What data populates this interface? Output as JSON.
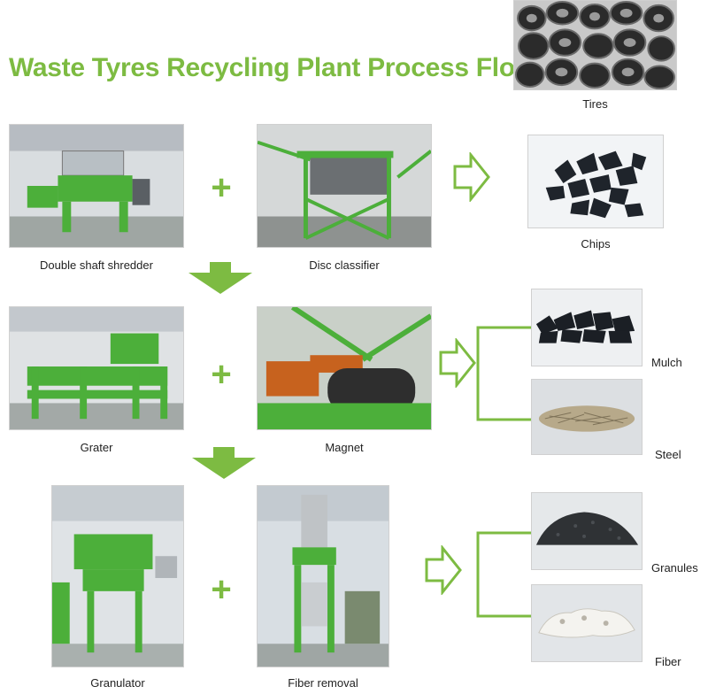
{
  "title": "Waste Tyres Recycling Plant Process Flow",
  "colors": {
    "accent": "#7dbb42",
    "machine_green": "#4caf3a"
  },
  "stages": [
    {
      "left": {
        "label": "Double shaft shredder"
      },
      "right": {
        "label": "Disc classifier"
      },
      "plus": "+"
    },
    {
      "left": {
        "label": "Grater"
      },
      "right": {
        "label": "Magnet"
      },
      "plus": "+"
    },
    {
      "left": {
        "label": "Granulator"
      },
      "right": {
        "label": "Fiber removal"
      },
      "plus": "+"
    }
  ],
  "outputs": {
    "tires": "Tires",
    "chips": "Chips",
    "mulch": "Mulch",
    "steel": "Steel",
    "granules": "Granules",
    "fiber": "Fiber"
  },
  "icons": [
    "plus-icon",
    "down-arrow-icon",
    "right-arrow-icon",
    "bracket-connector"
  ]
}
